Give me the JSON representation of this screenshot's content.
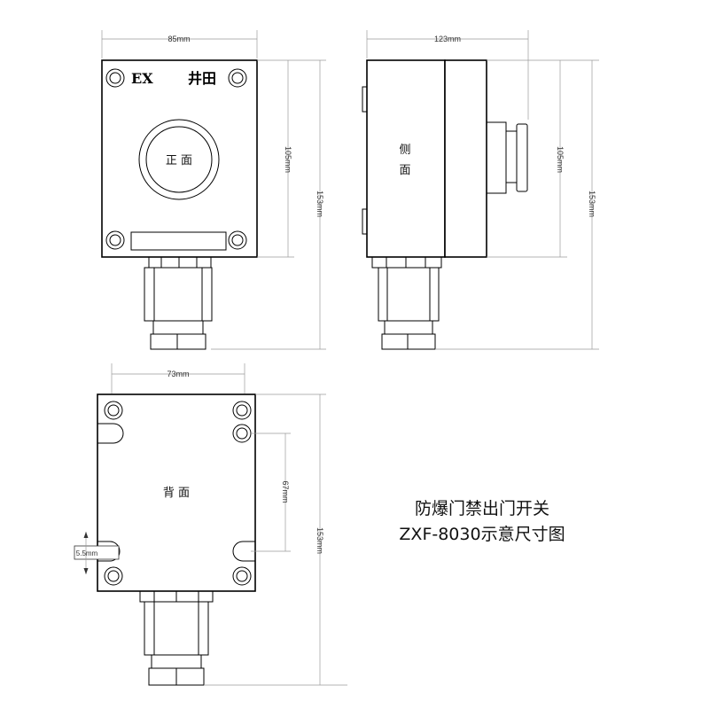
{
  "front_view": {
    "width_label": "85mm",
    "brand_ex": "EX",
    "brand_name": "井田",
    "face_label": "正 面",
    "inner_height_label": "105mm",
    "total_height_label": "153mm"
  },
  "side_view": {
    "width_label": "123mm",
    "face_label_top": "侧",
    "face_label_bottom": "面",
    "inner_height_label": "105mm",
    "total_height_label": "153mm"
  },
  "back_view": {
    "width_label": "73mm",
    "face_label": "背 面",
    "hole_spacing_label": "67mm",
    "slot_label": "5.5mm",
    "total_height_label": "153mm"
  },
  "caption": {
    "line1": "防爆门禁出门开关",
    "line2": "ZXF-8030示意尺寸图"
  }
}
